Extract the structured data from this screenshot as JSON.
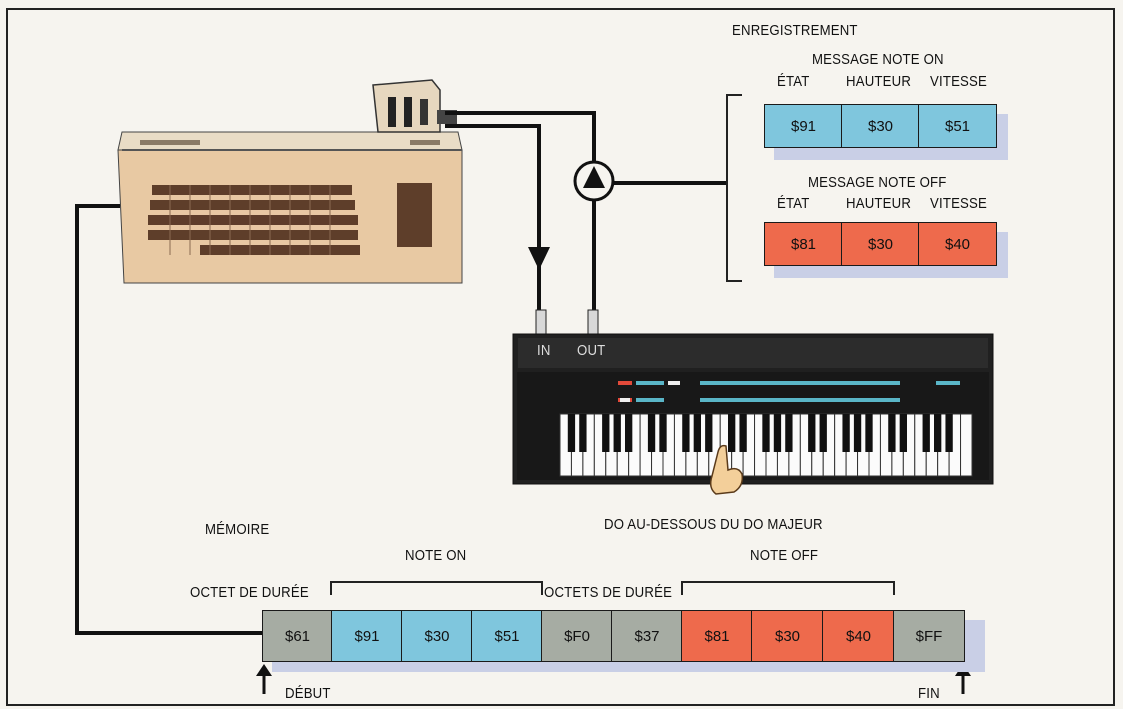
{
  "header": {
    "enregistrement": "ENREGISTREMENT"
  },
  "note_on_msg": {
    "title": "MESSAGE NOTE ON",
    "cols": [
      "ÉTAT",
      "HAUTEUR",
      "VITESSE"
    ],
    "values": [
      "$91",
      "$30",
      "$51"
    ]
  },
  "note_off_msg": {
    "title": "MESSAGE NOTE OFF",
    "cols": [
      "ÉTAT",
      "HAUTEUR",
      "VITESSE"
    ],
    "values": [
      "$81",
      "$30",
      "$40"
    ]
  },
  "synth": {
    "in_label": "IN",
    "out_label": "OUT",
    "caption": "DO AU-DESSOUS DU DO MAJEUR"
  },
  "memory": {
    "title": "MÉMOIRE",
    "group_note_on": "NOTE ON",
    "group_note_off": "NOTE OFF",
    "octet_duree": "OCTET DE DURÉE",
    "octets_duree": "OCTETS DE DURÉE",
    "cells": [
      "$61",
      "$91",
      "$30",
      "$51",
      "$F0",
      "$37",
      "$81",
      "$30",
      "$40",
      "$FF"
    ],
    "debut": "DÉBUT",
    "fin": "FIN"
  },
  "colors": {
    "blue": "#7fc6dd",
    "red": "#ee6a4c",
    "gray": "#a6aca3",
    "shadow": "#c9cfe6"
  }
}
